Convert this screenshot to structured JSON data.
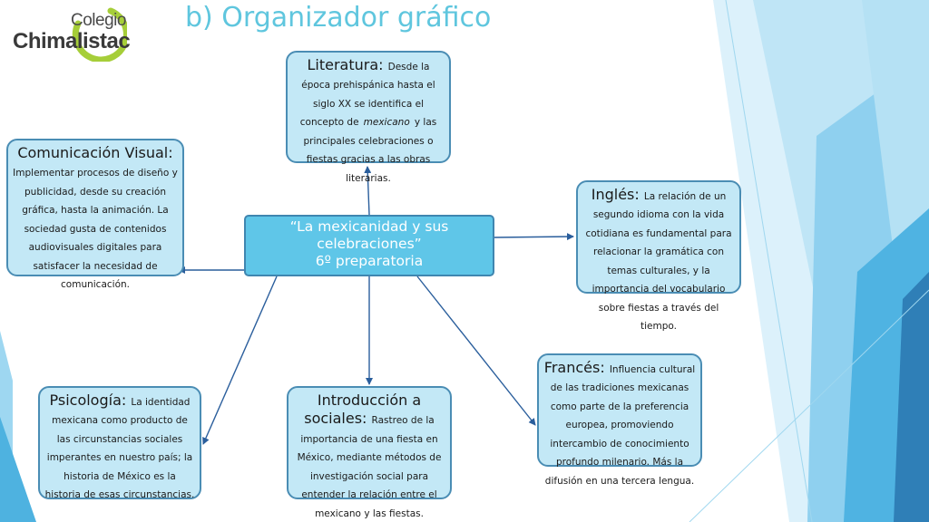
{
  "slide": {
    "title": "b) Organizador gráfico"
  },
  "logo": {
    "line1": "Colegio",
    "line2": "Chimalistac"
  },
  "center": {
    "line1": "“La mexicanidad y sus",
    "line2": "celebraciones”",
    "line3": "6º preparatoria"
  },
  "nodes": {
    "literatura": {
      "heading": "Literatura:",
      "text_before": "Desde la época prehispánica hasta el siglo XX se identifica el concepto de",
      "text_emphasis": "mexicano",
      "text_after": "y las principales celebraciones o fiestas gracias a las obras literarias."
    },
    "comunicacion": {
      "heading": "Comunicación Visual:",
      "text": "Implementar procesos de diseño y publicidad, desde su creación gráfica, hasta la animación. La sociedad gusta de contenidos audiovisuales digitales para satisfacer la necesidad de comunicación."
    },
    "ingles": {
      "heading": "Inglés:",
      "text": "La relación de un segundo idioma con la vida cotidiana es fundamental para relacionar la gramática con temas culturales, y la importancia del vocabulario sobre fiestas a través del tiempo."
    },
    "frances": {
      "heading": "Francés:",
      "text": "Influencia cultural de las tradiciones mexicanas como parte de la preferencia europea, promoviendo intercambio de conocimiento profundo milenario.  Más la difusión en una tercera lengua."
    },
    "introduccion": {
      "heading": "Introducción a sociales:",
      "text": "Rastreo de la importancia de una fiesta en México, mediante métodos de investigación social para entender la relación entre el mexicano y las fiestas."
    },
    "psicologia": {
      "heading": "Psicología:",
      "text": "La identidad mexicana como producto de las circunstancias sociales imperantes en nuestro país; la historia de México es la historia de esas circunstancias."
    }
  },
  "colors": {
    "title": "#5fc6de",
    "center_fill": "#5fc6e8",
    "box_fill": "#c3e8f6",
    "box_border": "#4a8db4",
    "arrow": "#2a5e9c",
    "logo_ring": "#a6ce39"
  }
}
